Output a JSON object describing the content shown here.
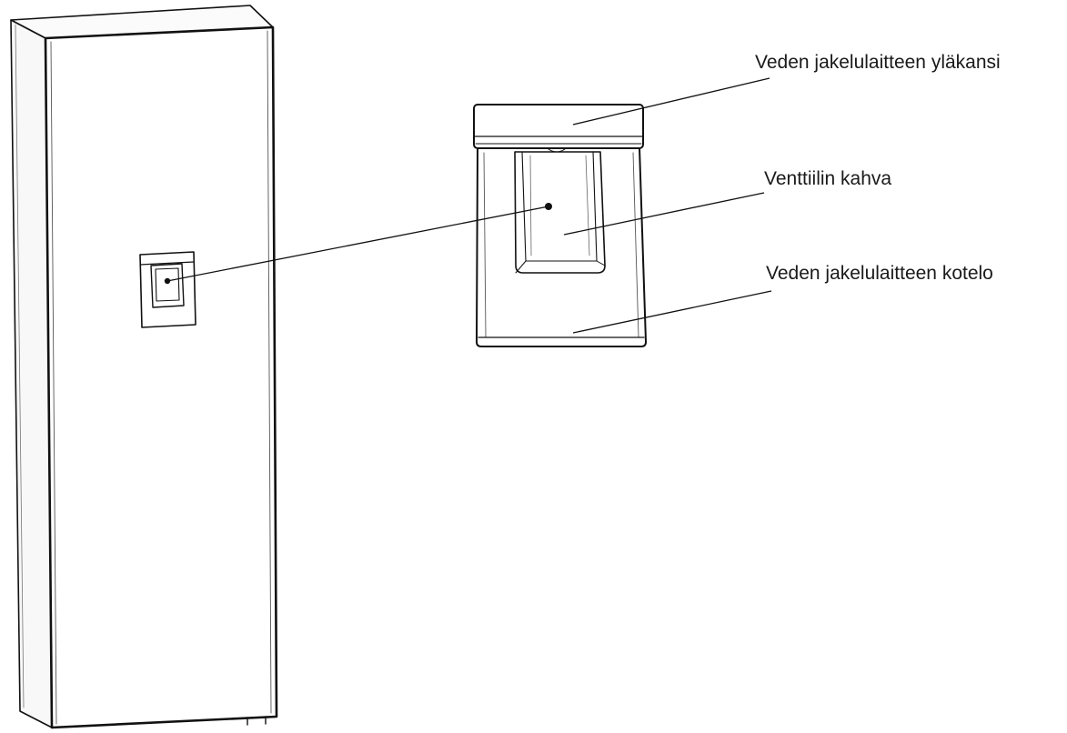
{
  "labels": {
    "top_cover": "Veden jakelulaitteen yläkansi",
    "valve_handle": "Venttiilin kahva",
    "housing": "Veden jakelulaitteen kotelo"
  },
  "colors": {
    "line": "#111111",
    "background": "#ffffff"
  }
}
